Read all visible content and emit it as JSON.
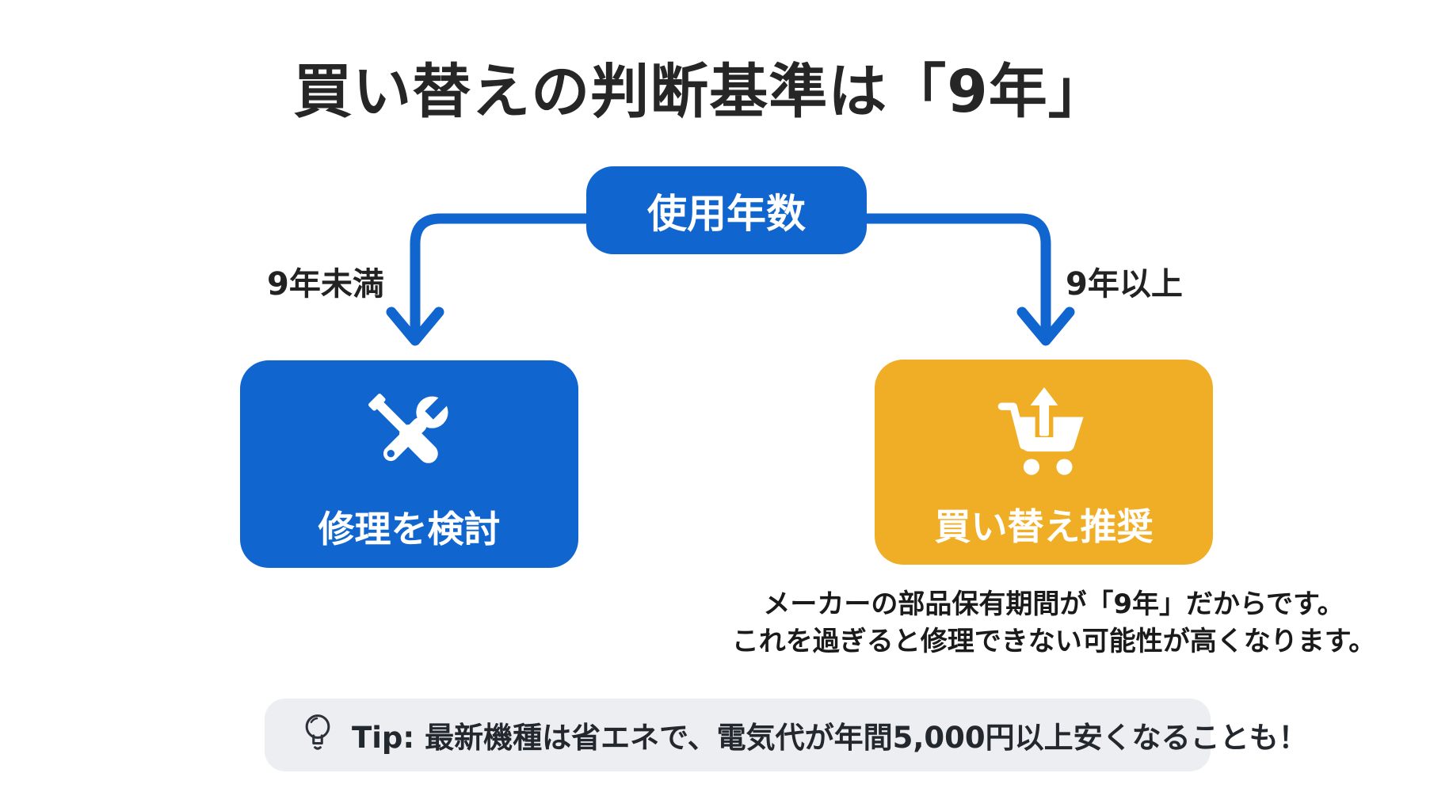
{
  "title": "買い替えの判断基準は「9年」",
  "flowchart": {
    "root_label": "使用年数",
    "branches": [
      {
        "condition": "9年未満",
        "label": "修理を検討",
        "icon": "tools-icon",
        "color": "#1165CE"
      },
      {
        "condition": "9年以上",
        "label": "買い替え推奨",
        "icon": "cart-arrow-up-icon",
        "color": "#F0AE26"
      }
    ]
  },
  "explanation": {
    "line1": "メーカーの部品保有期間が「9年」だからです。",
    "line2": "これを過ぎると修理できない可能性が高くなります。"
  },
  "tip": {
    "icon": "lightbulb-icon",
    "text": "Tip: 最新機種は省エネで、電気代が年間5,000円以上安くなることも！"
  },
  "colors": {
    "node_blue": "#1165CE",
    "node_yellow": "#F0AE26",
    "arrow_blue": "#1165CE",
    "tip_background": "#ECEEF2",
    "title_text": "#262626",
    "node_text": "#FFFFFF"
  }
}
